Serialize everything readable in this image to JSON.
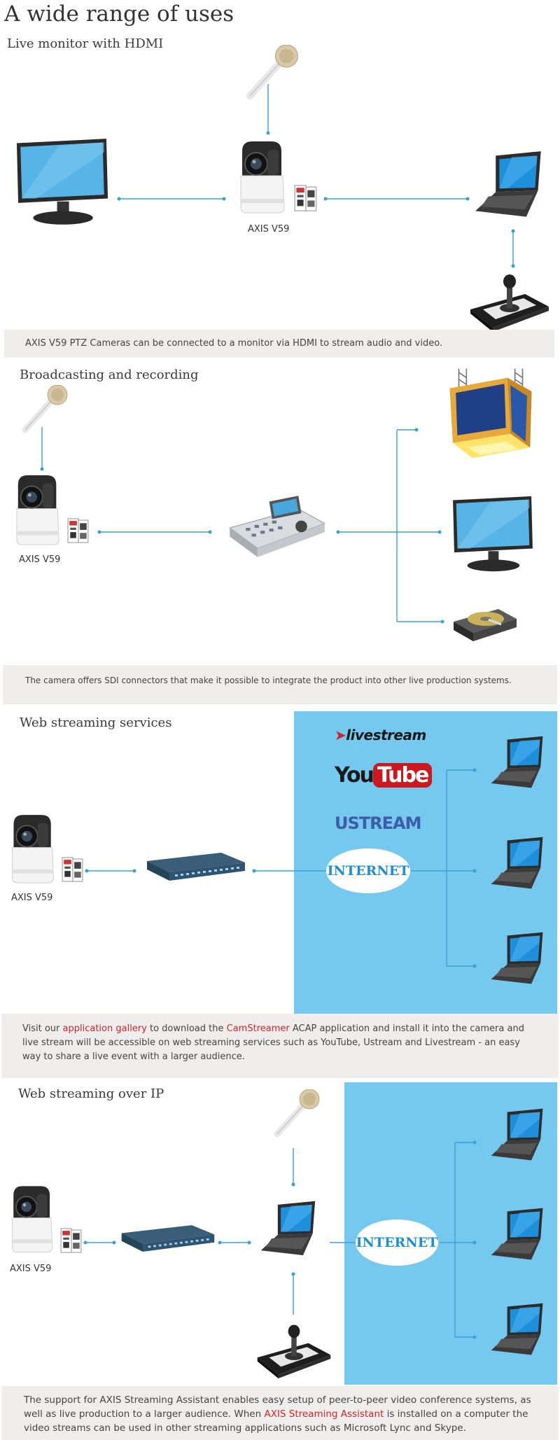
{
  "page_title": "A wide range of uses",
  "sections": [
    {
      "title": "Live monitor with HDMI",
      "camera_label": "AXIS V59",
      "caption": "AXIS V59 PTZ Cameras can be connected to a monitor via HDMI to stream audio and video."
    },
    {
      "title": "Broadcasting and recording",
      "camera_label": "AXIS V59",
      "caption": "The camera offers SDI connectors that make it possible to integrate the product into other live production systems."
    },
    {
      "title": "Web streaming services",
      "camera_label": "AXIS V59",
      "logos": {
        "livestream": "livestream",
        "youtube_you": "You",
        "youtube_tube": "Tube",
        "ustream": "USTREAM"
      },
      "internet_label": "INTERNET",
      "caption_parts": {
        "p1": "Visit our ",
        "link1": "application gallery",
        "p2": " to download the ",
        "link2": "CamStreamer",
        "p3": " ACAP application and install it into the camera and live stream will be accessible on web streaming services such as YouTube, Ustream and Livestream - an easy way to share a live event with a larger audience."
      }
    },
    {
      "title": "Web streaming over IP",
      "camera_label": "AXIS V59",
      "internet_label": "INTERNET",
      "caption_parts": {
        "p1": "The support for AXIS Streaming Assistant enables easy setup of peer-to-peer video conference systems, as well as live production to a larger audience. When ",
        "link1": "AXIS Streaming Assistant",
        "p2": " is installed on a computer the video streams can be used in other streaming applications such as Microsoft Lync and Skype."
      }
    }
  ],
  "colors": {
    "line": "#3aa0d8",
    "panel": "#75c8ee",
    "caption_bg": "#efeeec",
    "link": "#d2232a"
  }
}
